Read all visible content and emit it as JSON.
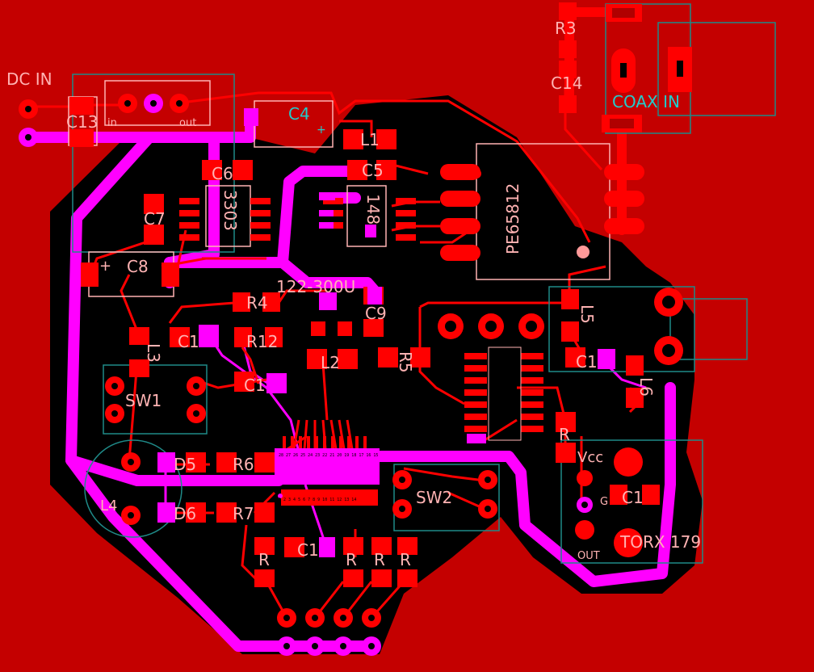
{
  "colors": {
    "copper_top": "#ff0000",
    "copper_bottom": "#ff00ff",
    "board_fill": "#c40000",
    "keepout": "#000000",
    "silk": "#ffb3b3",
    "outline": "#22807f"
  },
  "labels": {
    "dc_in": "DC IN",
    "c13": "C13",
    "in": "in",
    "out": "out",
    "c4": "C4",
    "plus": "+",
    "l1": "L1",
    "c5": "C5",
    "c6": "C6",
    "u3303": "3303",
    "u148": "148",
    "c7": "C7",
    "pe65812": "PE65812",
    "r3": "R3",
    "c14": "C14",
    "coax_in": "COAX IN",
    "c8": "C8",
    "c8plus": "+",
    "ic122": "122-300U",
    "r4": "R4",
    "c9": "C9",
    "l5": "L5",
    "c1a": "C1",
    "r12": "R12",
    "c1b": "C1",
    "l3": "L3",
    "l2": "L2",
    "r5": "R5",
    "c1c": "C1",
    "l6": "L6",
    "sw1": "SW1",
    "r_right": "R",
    "vcc": "Vcc",
    "d5": "D5",
    "r6": "R6",
    "sw2": "SW2",
    "c1d": "C1",
    "l4": "L4",
    "d6": "D6",
    "r7": "R7",
    "g": "G",
    "c1e": "C1",
    "out2": "OUT",
    "torx": "TORX 179",
    "ra": "R",
    "rb": "R",
    "rc": "R",
    "rd": "R",
    "pins_top": "28 27 26 25 24 23 22 21 20 19 18 17 16 15",
    "pins_bot": "1 2 3 4 5 6 7 8 9 10 11 12 13 14"
  }
}
